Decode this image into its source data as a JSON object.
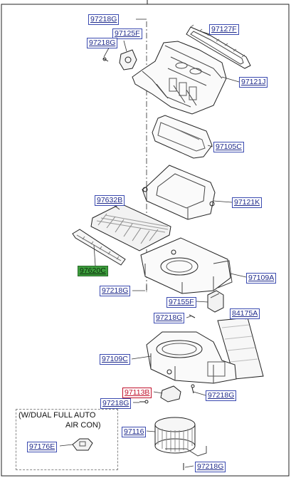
{
  "diagram": {
    "accent_link_color": "#1f2a8a",
    "highlight_green": "#3d9e3d",
    "highlight_red": "#c0102a",
    "callouts": {
      "c97218G_top": "97218G",
      "c97125F": "97125F",
      "c97218G_left": "97218G",
      "c97127F": "97127F",
      "c97121J": "97121J",
      "c97105C": "97105C",
      "c97121K": "97121K",
      "c97632B": "97632B",
      "c97620C": "97620C",
      "c97109A": "97109A",
      "c97218G_mid": "97218G",
      "c97155F": "97155F",
      "c97218G_mid2": "97218G",
      "c84175A": "84175A",
      "c97109C": "97109C",
      "c97113B": "97113B",
      "c97218G_low1": "97218G",
      "c97218G_low2": "97218G",
      "c97116": "97116",
      "c97176E": "97176E",
      "c97218G_bottom": "97218G"
    },
    "note": {
      "line1": "(W/DUAL FULL AUTO",
      "line2": "AIR CON)"
    }
  }
}
